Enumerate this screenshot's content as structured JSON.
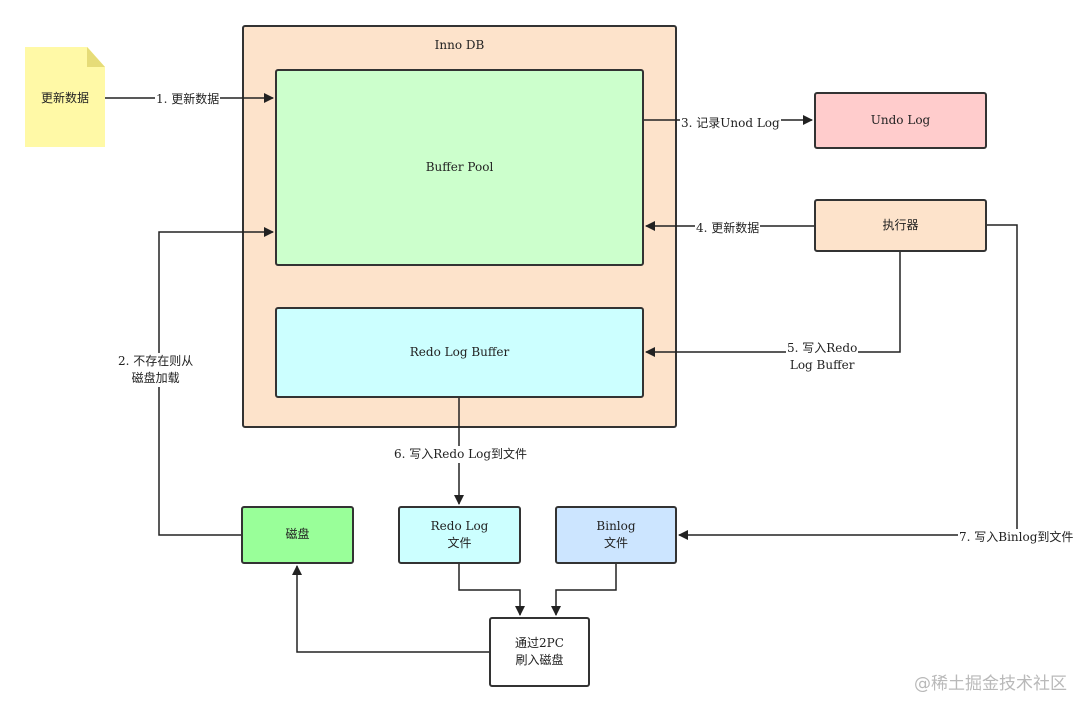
{
  "note": {
    "label": "更新数据"
  },
  "innodb": {
    "title": "Inno DB",
    "buffer_pool": "Buffer Pool",
    "redo_log_buffer": "Redo Log Buffer"
  },
  "undo_log": "Undo Log",
  "executor": "执行器",
  "disk": "磁盘",
  "redo_log_file": {
    "line1": "Redo Log",
    "line2": "文件"
  },
  "binlog_file": {
    "line1": "Binlog",
    "line2": "文件"
  },
  "commit_2pc": {
    "line1": "通过2PC",
    "line2": "刷入磁盘"
  },
  "edges": {
    "e1": "1. 更新数据",
    "e2": {
      "line1": "2. 不存在则从",
      "line2": "磁盘加载"
    },
    "e3": "3. 记录Unod Log",
    "e4": "4. 更新数据",
    "e5": {
      "line1": "5. 写入Redo",
      "line2": "Log Buffer"
    },
    "e6": "6. 写入Redo Log到文件",
    "e7": "7. 写入Binlog到文件"
  },
  "watermark": "@稀土掘金技术社区",
  "colors": {
    "innodb_bg": "#fde3cb",
    "buffer_pool": "#ccffcc",
    "redo_log_buffer": "#ccffff",
    "undo_log": "#ffcccc",
    "executor": "#fde3cb",
    "disk": "#99ff99",
    "redo_log_file": "#ccffff",
    "binlog_file": "#cce5ff",
    "commit_2pc": "#ffffff",
    "note": "#fff9a6"
  }
}
